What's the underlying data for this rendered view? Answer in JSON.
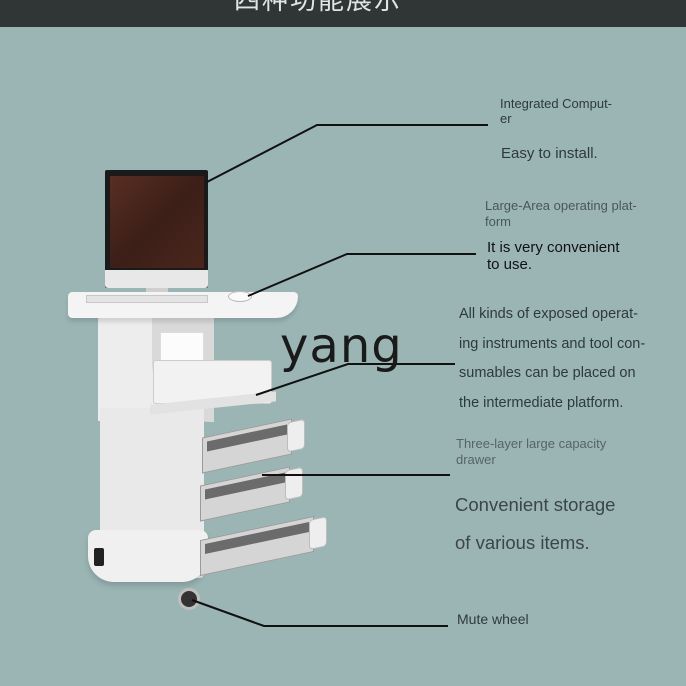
{
  "header": {
    "title": "四种功能展示"
  },
  "watermark": "yang",
  "callouts": [
    {
      "title_line1": "Integrated Comput-",
      "title_line2": "er",
      "desc_line1": "Easy to install.",
      "desc_line2": ""
    },
    {
      "title_line1": "Large-Area operating plat-",
      "title_line2": "form",
      "desc_line1": "It is very convenient",
      "desc_line2": "to use."
    },
    {
      "desc_line1": "All kinds of exposed operat-",
      "desc_line2": "ing instruments and tool con-",
      "desc_line3": "sumables can be placed on",
      "desc_line4": "the intermediate platform."
    },
    {
      "title_line1": "Three-layer large capacity",
      "title_line2": "drawer",
      "desc_line1": "Convenient storage",
      "desc_line2": "of various items."
    },
    {
      "title_line1": "Mute wheel"
    }
  ],
  "colors": {
    "background": "#9bb5b5",
    "header_bar": "#2f3635",
    "leader_line": "#111111"
  }
}
